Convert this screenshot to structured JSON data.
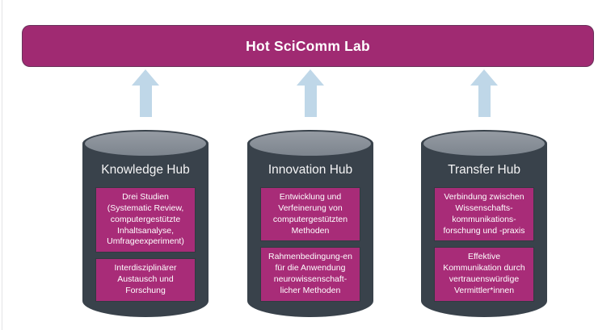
{
  "diagram": {
    "banner": {
      "title": "Hot SciComm Lab"
    },
    "hubs": [
      {
        "label": "Knowledge Hub",
        "boxes": [
          [
            "Drei Studien",
            "(Systematic Review,",
            "computergestützte",
            "Inhaltsanalyse,",
            "Umfrageexperiment)"
          ],
          [
            "Interdisziplinärer",
            "Austausch und",
            "Forschung"
          ]
        ]
      },
      {
        "label": "Innovation Hub",
        "boxes": [
          [
            "Entwicklung und",
            "Verfeinerung von",
            "computergestützten",
            "Methoden"
          ],
          [
            "Rahmenbedingung-en",
            "für die Anwendung",
            "neurowissenschaft-",
            "licher Methoden"
          ]
        ]
      },
      {
        "label": "Transfer Hub",
        "boxes": [
          [
            "Verbindung zwischen",
            "Wissenschafts-",
            "kommunikations-",
            "forschung und -praxis"
          ],
          [
            "Effektive",
            "Kommunikation durch",
            "vertrauenswürdige",
            "Vermittler*innen"
          ]
        ]
      }
    ],
    "colors": {
      "banner_bg": "#A02A72",
      "box_bg": "#A82C78",
      "cylinder_body": "#39424B",
      "cylinder_top": "#8A9199",
      "arrow": "#BFD7E8",
      "text_light": "#FFFFFF",
      "background": "#FFFFFF"
    }
  }
}
